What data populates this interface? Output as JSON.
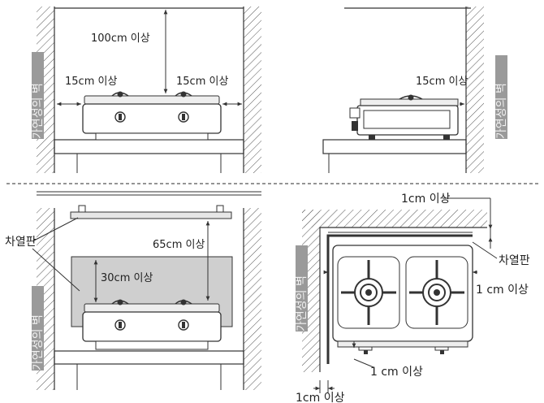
{
  "panels": {
    "top_left": {
      "clearance_top": "100cm 이상",
      "clearance_left": "15cm 이상",
      "clearance_right": "15cm 이상",
      "wall_label": "가연성의 벽"
    },
    "top_right": {
      "clearance_side": "15cm 이상",
      "wall_label": "가연성의 벽"
    },
    "bottom_left": {
      "heat_shield_label": "차열판",
      "clearance_hood": "65cm 이상",
      "clearance_shield": "30cm 이상",
      "wall_label": "가연성의 벽"
    },
    "bottom_right": {
      "clearance_top": "1cm 이상",
      "heat_shield_label": "차열판",
      "clearance_side": "1 cm 이상",
      "clearance_front": "1 cm 이상",
      "clearance_bottom": "1cm 이상",
      "wall_label": "가연성의 벽"
    }
  },
  "colors": {
    "line": "#333333",
    "wall_fill": "#9a9a9a",
    "shield_fill": "#cfcfcf",
    "separator": "#555555"
  }
}
